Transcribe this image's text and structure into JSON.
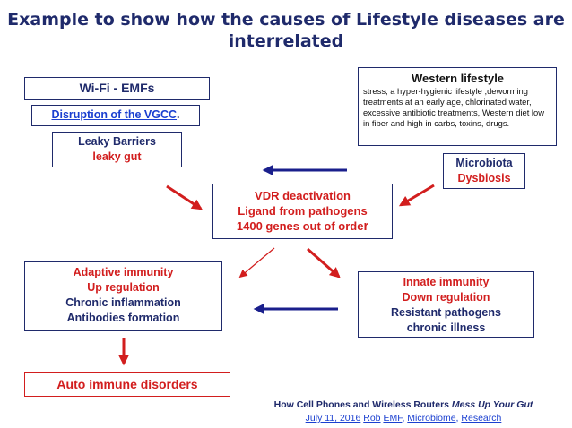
{
  "title": "Example to show how the causes of Lifestyle diseases are interrelated",
  "nodes": {
    "wifi": "Wi-Fi  - EMFs",
    "vgcc_link": "Disruption of the VGCC",
    "vgcc_period": ".",
    "leaky": {
      "line1": "Leaky Barriers",
      "line2": "leaky gut"
    },
    "western": {
      "heading": "Western lifestyle",
      "body": "stress, a hyper-hygienic  lifestyle ,deworming treatments at an early age, chlorinated water, excessive antibiotic treatments, Western diet low in fiber and high in carbs, toxins, drugs."
    },
    "microbiota": {
      "line1": "Microbiota",
      "line2": "Dysbiosis"
    },
    "vdr": {
      "line1": "VDR deactivation",
      "line2": "Ligand from pathogens",
      "line3a": "1400 genes out of orde",
      "line3b": "r"
    },
    "adaptive": {
      "line1": "Adaptive immunity",
      "line2": "Up regulation",
      "line3": "Chronic inflammation",
      "line4": "Antibodies formation"
    },
    "innate": {
      "line1": "Innate immunity",
      "line2": "Down regulation",
      "line3": "Resistant pathogens",
      "line4": "chronic illness"
    },
    "autoimmune": "Auto immune disorders"
  },
  "source": {
    "prefix": "How Cell Phones and Wireless Routers ",
    "italic": "Mess Up Your Gut",
    "date": "July 11, 2016",
    "author": "Rob",
    "tag1": "EMF",
    "tag2": "Microbiome",
    "tag3": "Research",
    "sep1": " ",
    "sep2": " ",
    "sep3": ", ",
    "sep4": ", "
  },
  "colors": {
    "navy": "#1f2a6b",
    "red": "#d21e1e",
    "arrow_blue": "#1a1f8c",
    "link_blue": "#1a3fd0"
  }
}
